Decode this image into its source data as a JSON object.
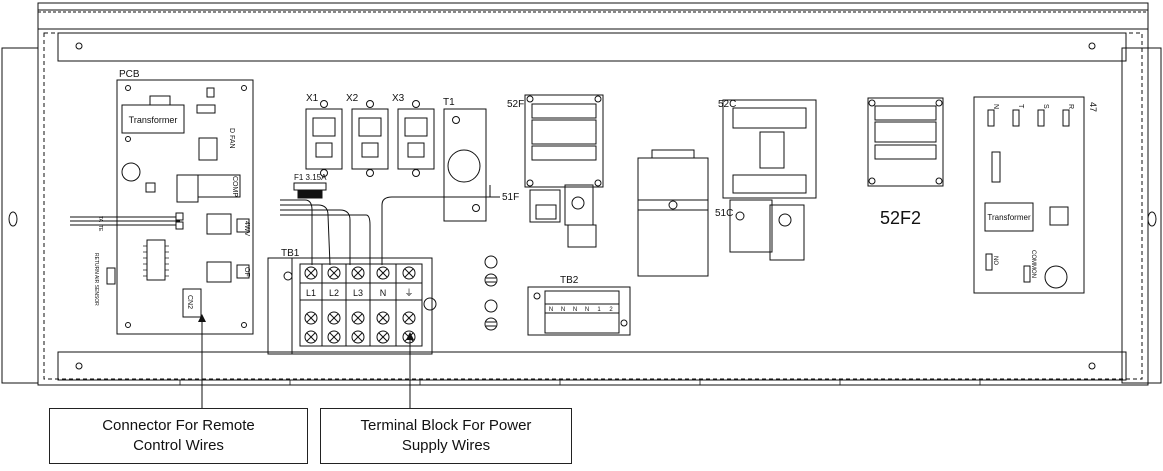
{
  "labels": {
    "pcb": "PCB",
    "transformer_left": "Transformer",
    "comp": "COMP",
    "fwd": "4WV",
    "of": "OF",
    "cn2": "CN2",
    "ta": "TA",
    "te": "TE",
    "return_air_sensor": "RETURN AIR SENSOR",
    "d_fan": "D FAN",
    "x1": "X1",
    "x2": "X2",
    "x3": "X3",
    "t1": "T1",
    "fuse": "F1 3.15A",
    "tb1": "TB1",
    "tb1_terminals": [
      "L1",
      "L2",
      "L3",
      "N",
      "⏚"
    ],
    "k52f": "52F",
    "k51f": "51F",
    "k52c": "52C",
    "k51c": "51C",
    "k52f2": "52F2",
    "tb2": "TB2",
    "tb2_terminals": [
      "N",
      "N",
      "N",
      "N",
      "1",
      "2"
    ],
    "relay_47": "47",
    "transformer_right": "Transformer",
    "rst_n": "N",
    "rst_t": "T",
    "rst_s": "S",
    "rst_r": "R",
    "common": "COMMON",
    "no": "NO"
  },
  "callouts": {
    "remote_line1": "Connector For Remote",
    "remote_line2": "Control Wires",
    "power_line1": "Terminal Block For Power",
    "power_line2": "Supply Wires"
  }
}
